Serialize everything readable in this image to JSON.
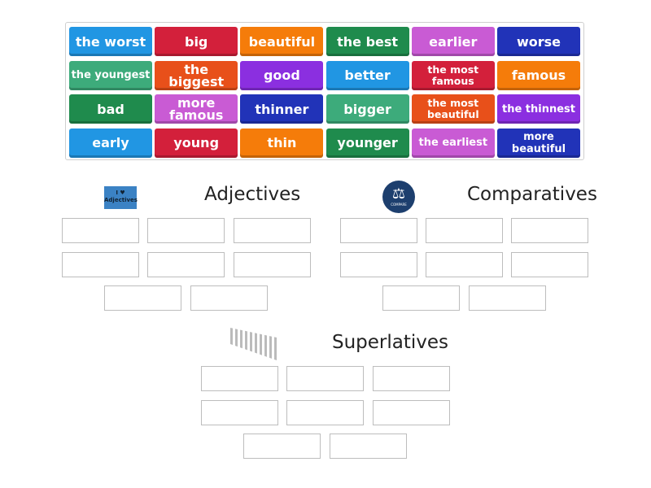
{
  "tiles": [
    "the worst",
    "big",
    "beautiful",
    "the best",
    "earlier",
    "worse",
    "the youngest",
    "the biggest",
    "good",
    "better",
    "the most famous",
    "famous",
    "bad",
    "more famous",
    "thinner",
    "bigger",
    "the most beautiful",
    "the thinnest",
    "early",
    "young",
    "thin",
    "younger",
    "the earliest",
    "more beautiful"
  ],
  "tile_colors": [
    "#2196e3",
    "#d3203b",
    "#f57c0a",
    "#1f8b4d",
    "#c95bd4",
    "#2133b8",
    "#3dab7b",
    "#e8501a",
    "#8b2fe0"
  ],
  "groups": [
    {
      "title": "Adjectives",
      "icon": "i-love-adjectives-image",
      "icon_text": "I ♥ Adjectives"
    },
    {
      "title": "Comparatives",
      "icon": "compare-scale-icon",
      "icon_text": "COMPARE"
    },
    {
      "title": "Superlatives",
      "icon": "domino-row-image"
    }
  ]
}
